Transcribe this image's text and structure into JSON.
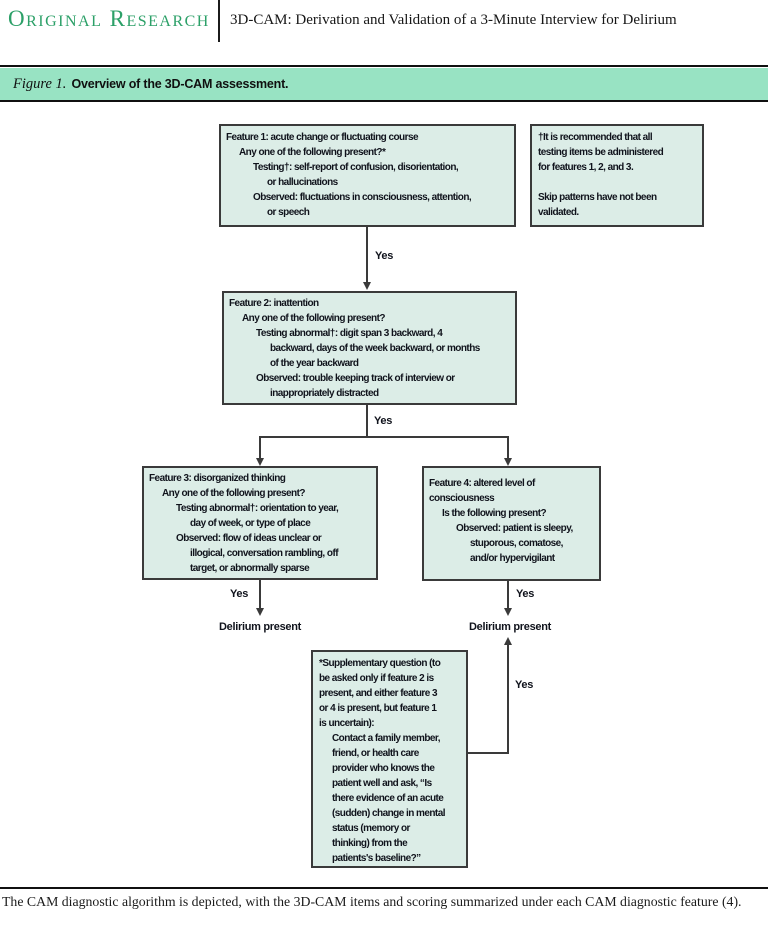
{
  "header": {
    "kicker": "Original Research",
    "title": "3D-CAM: Derivation and Validation of a 3-Minute Interview for Delirium"
  },
  "figure_banner": {
    "label": "Figure 1.",
    "title": "Overview of the 3D-CAM assessment."
  },
  "colors": {
    "banner_green": "#98e3c3",
    "box_fill": "#dcede7",
    "box_border": "#3a3a3a",
    "kicker_green": "#2ca068"
  },
  "flowchart": {
    "feature1": {
      "lines": [
        {
          "i": 0,
          "t": "Feature 1: acute change or fluctuating course"
        },
        {
          "i": 1,
          "t": "Any one of the following present?*"
        },
        {
          "i": 2,
          "t": "Testing†: self-report of confusion, disorientation,"
        },
        {
          "i": 3,
          "t": "or hallucinations"
        },
        {
          "i": 2,
          "t": "Observed: fluctuations in consciousness, attention,"
        },
        {
          "i": 3,
          "t": "or speech"
        }
      ]
    },
    "note": {
      "lines": [
        {
          "i": 0,
          "t": "†It is recommended that all"
        },
        {
          "i": 0,
          "t": "testing items be administered"
        },
        {
          "i": 0,
          "t": "for features 1, 2, and 3."
        },
        {
          "i": 0,
          "t": ""
        },
        {
          "i": 0,
          "t": "Skip patterns have not been"
        },
        {
          "i": 0,
          "t": "validated."
        }
      ]
    },
    "feature2": {
      "lines": [
        {
          "i": 0,
          "t": "Feature 2: inattention"
        },
        {
          "i": 1,
          "t": "Any one of the following present?"
        },
        {
          "i": 2,
          "t": "Testing abnormal†: digit span 3 backward, 4"
        },
        {
          "i": 3,
          "t": "backward, days of the week backward, or months"
        },
        {
          "i": 3,
          "t": "of the year backward"
        },
        {
          "i": 2,
          "t": "Observed: trouble keeping track of interview or"
        },
        {
          "i": 3,
          "t": "inappropriately distracted"
        }
      ]
    },
    "feature3": {
      "lines": [
        {
          "i": 0,
          "t": "Feature 3: disorganized thinking"
        },
        {
          "i": 1,
          "t": "Any one of the following present?"
        },
        {
          "i": 2,
          "t": "Testing abnormal†: orientation to year,"
        },
        {
          "i": 3,
          "t": "day of week, or type of place"
        },
        {
          "i": 2,
          "t": "Observed: flow of ideas unclear or"
        },
        {
          "i": 3,
          "t": "illogical, conversation rambling, off"
        },
        {
          "i": 3,
          "t": "target, or abnormally sparse"
        }
      ]
    },
    "feature4": {
      "lines": [
        {
          "i": 0,
          "t": "Feature 4: altered level of"
        },
        {
          "i": 0,
          "t": "consciousness"
        },
        {
          "i": 1,
          "t": "Is the following present?"
        },
        {
          "i": 2,
          "t": "Observed: patient is sleepy,"
        },
        {
          "i": 3,
          "t": "stuporous, comatose,"
        },
        {
          "i": 3,
          "t": "and/or hypervigilant"
        }
      ]
    },
    "supplementary": {
      "lines": [
        {
          "i": 0,
          "t": "*Supplementary question (to"
        },
        {
          "i": 0,
          "t": "be asked only if feature 2 is"
        },
        {
          "i": 0,
          "t": "present, and either feature 3"
        },
        {
          "i": 0,
          "t": "or 4 is present, but feature 1"
        },
        {
          "i": 0,
          "t": "is uncertain):"
        },
        {
          "i": 1,
          "t": "Contact a family member,"
        },
        {
          "i": 1,
          "t": "friend, or health care"
        },
        {
          "i": 1,
          "t": "provider who knows the"
        },
        {
          "i": 1,
          "t": "patient well and ask, “Is"
        },
        {
          "i": 1,
          "t": "there evidence of an acute"
        },
        {
          "i": 1,
          "t": "(sudden) change in mental"
        },
        {
          "i": 1,
          "t": "status (memory or"
        },
        {
          "i": 1,
          "t": "thinking) from the"
        },
        {
          "i": 1,
          "t": "patients's baseline?”"
        }
      ]
    },
    "labels": {
      "yes_f1_f2": "Yes",
      "yes_f2_split": "Yes",
      "yes_f3": "Yes",
      "yes_f4": "Yes",
      "yes_supp": "Yes",
      "outcome_left": "Delirium present",
      "outcome_right": "Delirium present"
    }
  },
  "caption": "The CAM diagnostic algorithm is depicted, with the 3D-CAM items and scoring summarized under each CAM diagnostic feature (4)."
}
